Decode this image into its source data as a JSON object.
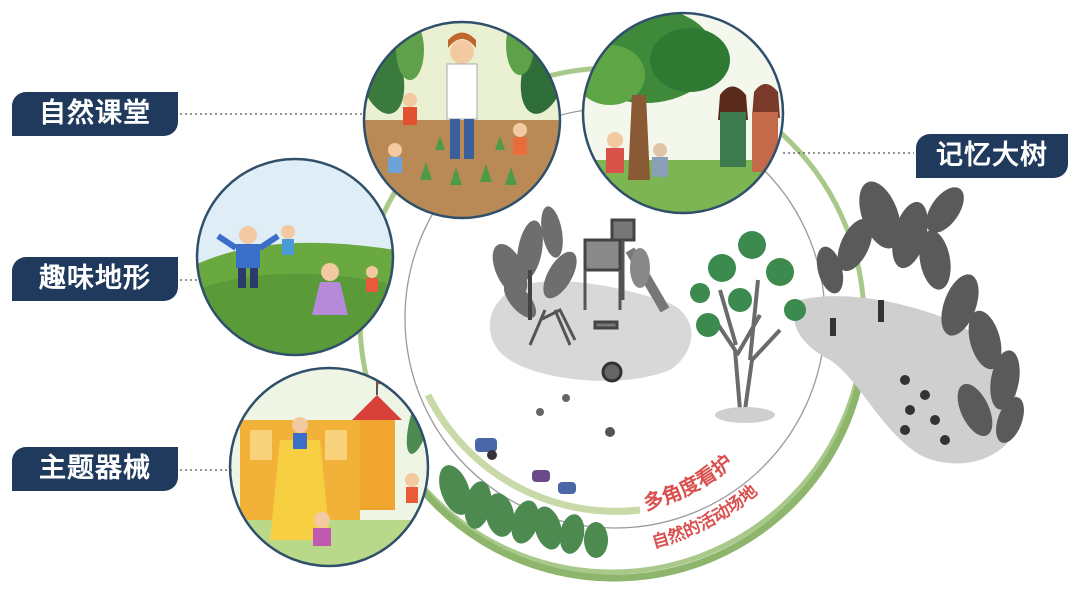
{
  "labels": {
    "nature_classroom": "自然课堂",
    "fun_terrain": "趣味地形",
    "theme_equipment": "主题器械",
    "memory_tree": "记忆大树"
  },
  "arc_text": {
    "inner": "多角度看护",
    "outer": "自然的活动场地"
  },
  "colors": {
    "label_bg": "#1f3a5c",
    "ring_green": "#8eb56c",
    "arc_text": "#d9504f"
  }
}
